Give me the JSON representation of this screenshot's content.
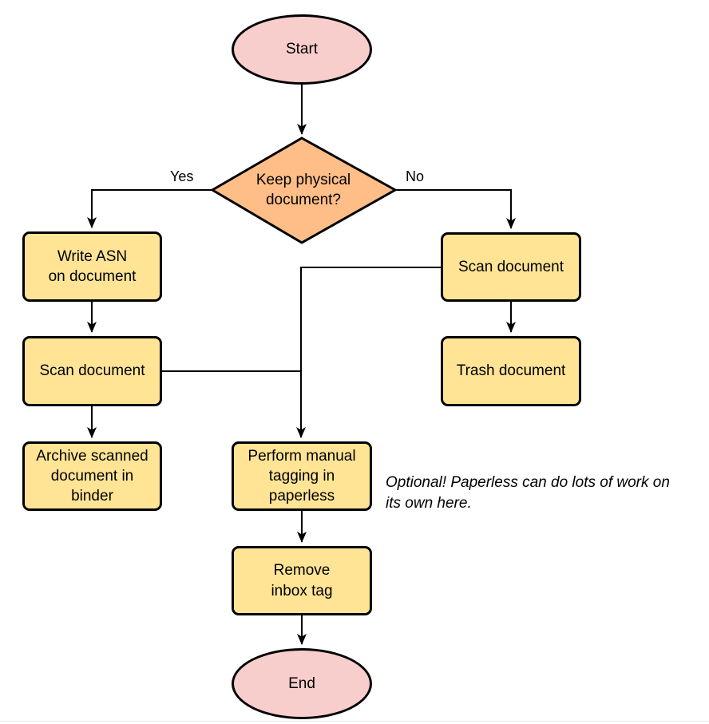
{
  "colors": {
    "terminal_fill": "#F8CECC",
    "decision_fill": "#FFBE87",
    "process_fill": "#FFE496",
    "stroke": "#000000"
  },
  "nodes": {
    "start": {
      "label": "Start"
    },
    "decision": {
      "label": "Keep physical\ndocument?"
    },
    "write_asn": {
      "label": "Write ASN\non document"
    },
    "scan_left": {
      "label": "Scan document"
    },
    "archive": {
      "label": "Archive scanned\ndocument in\nbinder"
    },
    "scan_right": {
      "label": "Scan document"
    },
    "trash": {
      "label": "Trash document"
    },
    "perform_tagging": {
      "label": "Perform manual\ntagging in\npaperless"
    },
    "remove_inbox": {
      "label": "Remove\ninbox tag"
    },
    "end": {
      "label": "End"
    }
  },
  "edge_labels": {
    "yes": "Yes",
    "no": "No"
  },
  "note": {
    "text": "Optional! Paperless can do lots of work on\nits own here."
  }
}
